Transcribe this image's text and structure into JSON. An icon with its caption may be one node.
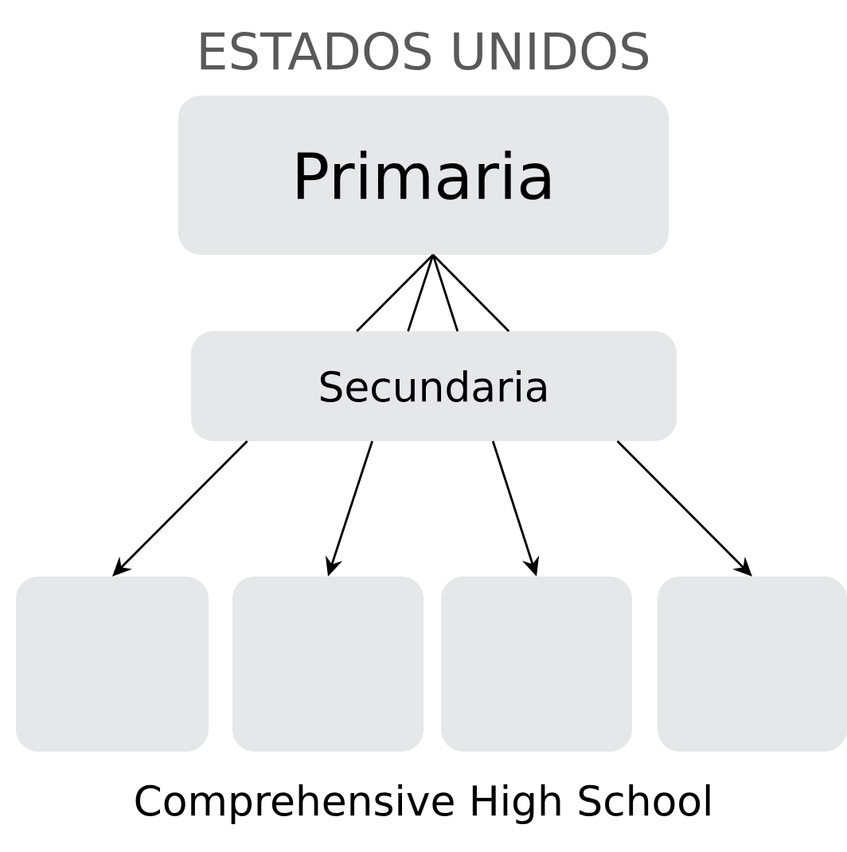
{
  "diagram": {
    "title": "ESTADOS UNIDOS",
    "caption": "Comprehensive High School",
    "nodes": [
      {
        "text": [
          "Primaria"
        ]
      },
      {
        "text": [
          "Secundaria"
        ]
      },
      {
        "text": [],
        "shape": "box"
      },
      {
        "text": [],
        "shape": "box"
      },
      {
        "text": [],
        "shape": "box"
      },
      {
        "text": [],
        "shape": "box"
      }
    ],
    "edges": [
      {
        "from": 0,
        "to": 1,
        "arrow": "none"
      },
      {
        "from": 0,
        "to": 1,
        "arrow": "none"
      },
      {
        "from": 0,
        "to": 1,
        "arrow": "none"
      },
      {
        "from": 0,
        "to": 1,
        "arrow": "none"
      },
      {
        "from": 1,
        "to": 2,
        "arrow": "to"
      },
      {
        "from": 1,
        "to": 3,
        "arrow": "to"
      },
      {
        "from": 1,
        "to": 4,
        "arrow": "to"
      },
      {
        "from": 1,
        "to": 5,
        "arrow": "to"
      }
    ]
  }
}
